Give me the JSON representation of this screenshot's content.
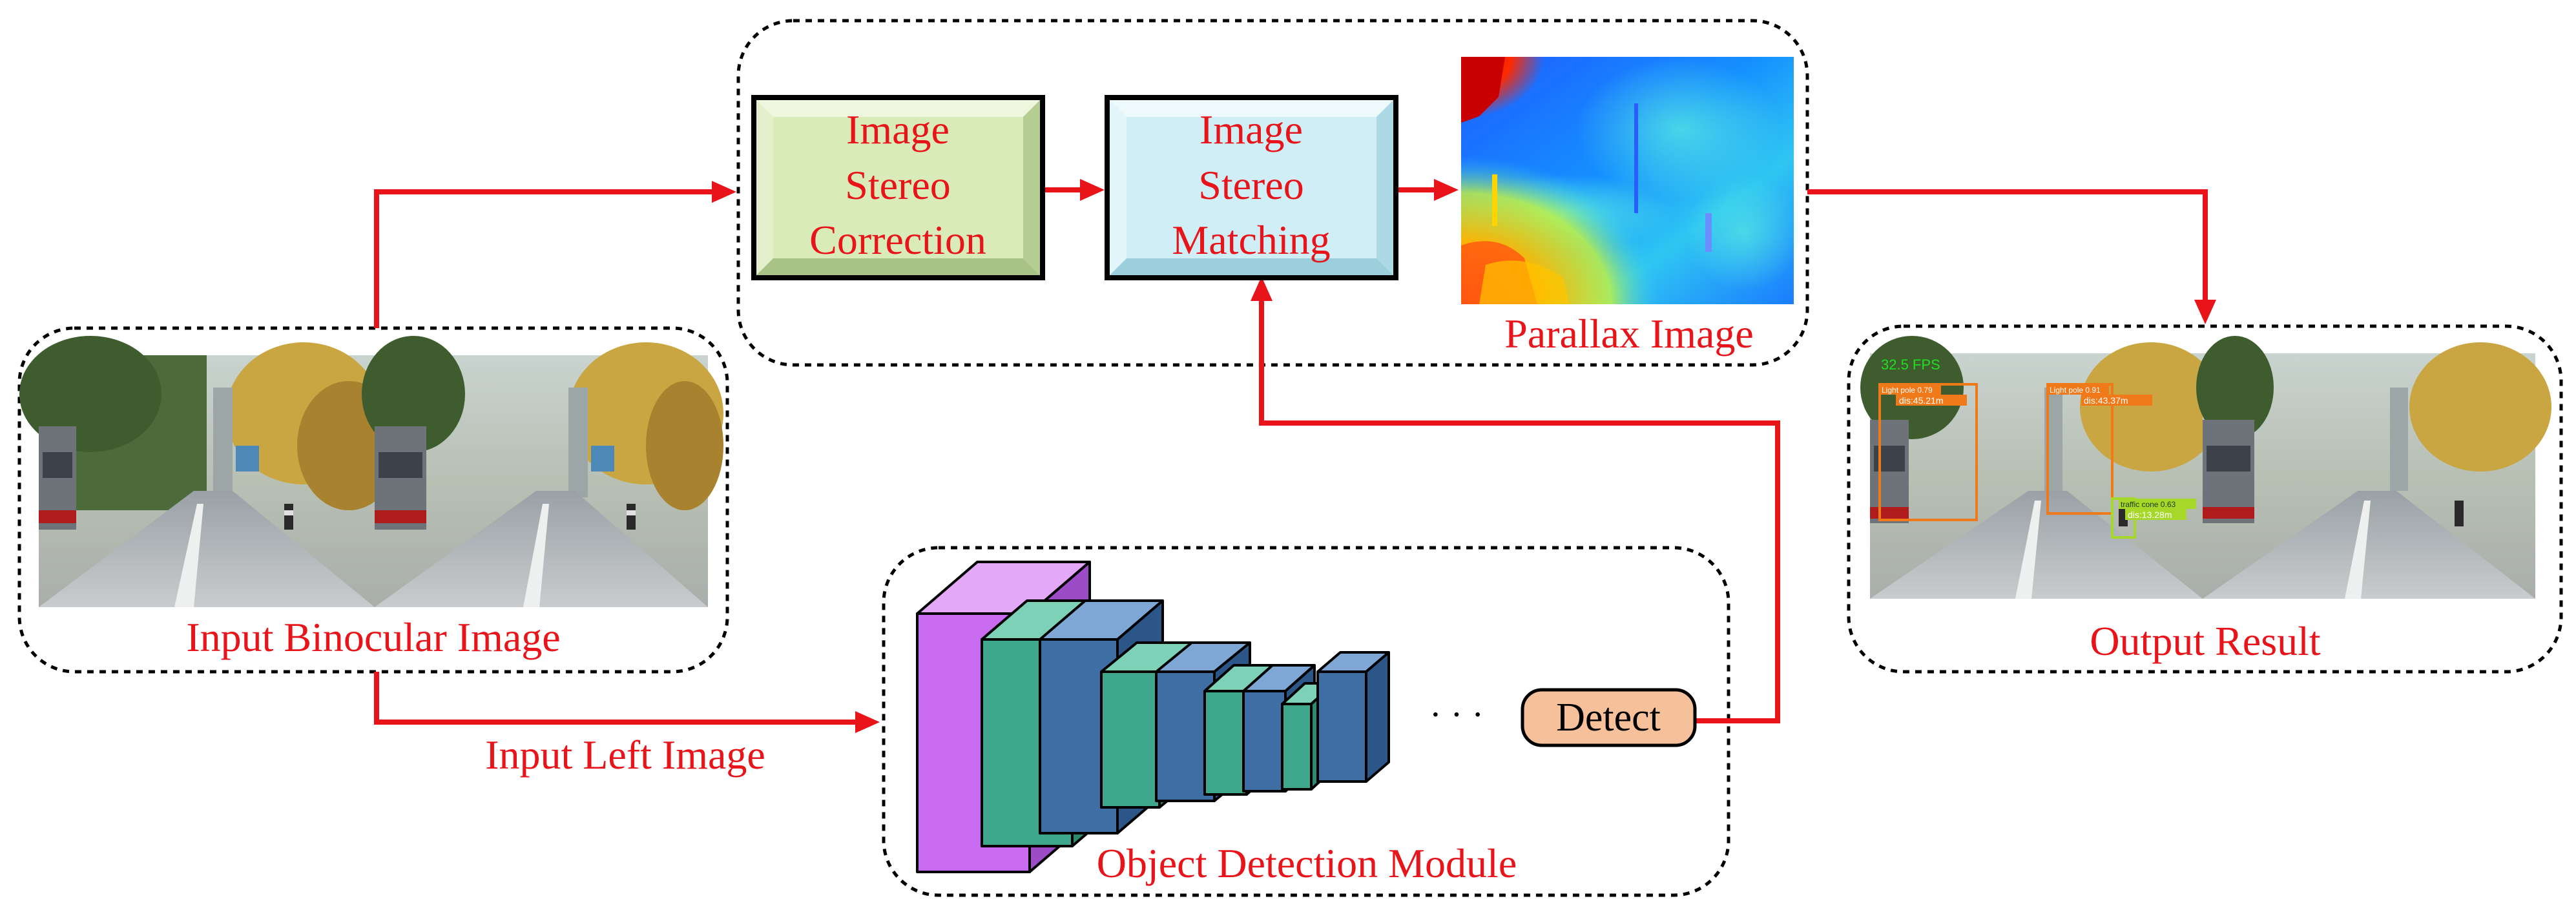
{
  "diagram": {
    "stereo_correction": {
      "line1": "Image",
      "line2": "Stereo",
      "line3": "Correction"
    },
    "stereo_matching": {
      "line1": "Image",
      "line2": "Stereo",
      "line3": "Matching"
    },
    "parallax_label": "Parallax Image",
    "input_binocular_label": "Input Binocular Image",
    "input_left_label": "Input Left Image",
    "object_detection_label": "Object Detection Module",
    "detect_label": "Detect",
    "ellipsis": "· · ·",
    "output_label": "Output Result",
    "output_overlay": {
      "fps": "32.5 FPS",
      "det1_class": "Light pole 0.79",
      "det1_dist": "dis:45.21m",
      "det2_class": "Light pole 0.91",
      "det2_dist": "dis:43.37m",
      "det3_class": "traffic cone 0.63",
      "det3_dist": "dis:13.28m"
    }
  },
  "colors": {
    "accent_red": "#e8141a",
    "correction_fill": "#d9ebb8",
    "matching_fill": "#cfeef6",
    "detect_fill": "#f6c09a",
    "cnn_purple": "#c86bf0",
    "cnn_teal": "#3fa88c",
    "cnn_blue": "#3e6ea3"
  }
}
